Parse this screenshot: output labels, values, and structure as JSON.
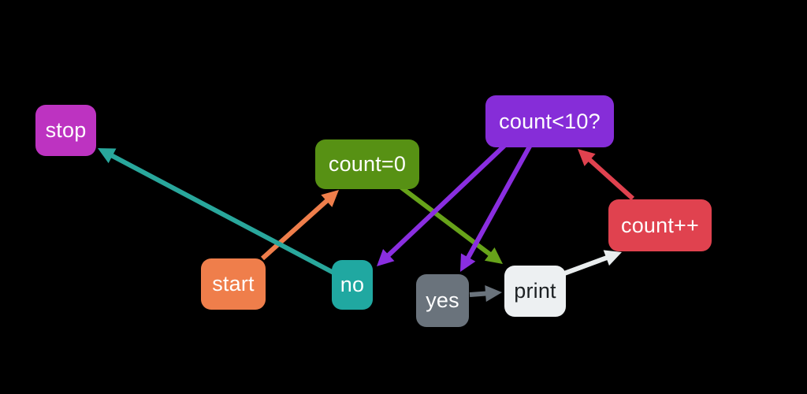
{
  "canvas": {
    "background": "#000000"
  },
  "diagram": {
    "type": "flowchart",
    "nodes": [
      {
        "id": "stop",
        "label": "stop",
        "fill": "#bd33c1",
        "text_color": "#ffffff"
      },
      {
        "id": "count0",
        "label": "count=0",
        "fill": "#579114",
        "text_color": "#ffffff"
      },
      {
        "id": "cond",
        "label": "count<10?",
        "fill": "#862dd8",
        "text_color": "#ffffff"
      },
      {
        "id": "start",
        "label": "start",
        "fill": "#ef7e4b",
        "text_color": "#ffffff"
      },
      {
        "id": "no",
        "label": "no",
        "fill": "#20a8a1",
        "text_color": "#ffffff"
      },
      {
        "id": "yes",
        "label": "yes",
        "fill": "#6a737c",
        "text_color": "#ffffff"
      },
      {
        "id": "print",
        "label": "print",
        "fill": "#edf0f2",
        "text_color": "#1d2124"
      },
      {
        "id": "countpp",
        "label": "count++",
        "fill": "#e0424f",
        "text_color": "#ffffff"
      }
    ],
    "edges": [
      {
        "id": "start-count0",
        "from": "start",
        "to": "count0",
        "color": "#ef7e4b"
      },
      {
        "id": "count0-print",
        "from": "count0",
        "to": "print",
        "color": "#67a31a"
      },
      {
        "id": "cond-no",
        "from": "cond",
        "to": "no",
        "color": "#8a2ee0"
      },
      {
        "id": "cond-yes",
        "from": "cond",
        "to": "yes",
        "color": "#8a2ee0"
      },
      {
        "id": "no-stop",
        "from": "no",
        "to": "stop",
        "color": "#29a79c"
      },
      {
        "id": "yes-print",
        "from": "yes",
        "to": "print",
        "color": "#6a737c"
      },
      {
        "id": "print-countpp",
        "from": "print",
        "to": "countpp",
        "color": "#e9edee"
      },
      {
        "id": "countpp-cond",
        "from": "countpp",
        "to": "cond",
        "color": "#e0424f"
      }
    ]
  }
}
